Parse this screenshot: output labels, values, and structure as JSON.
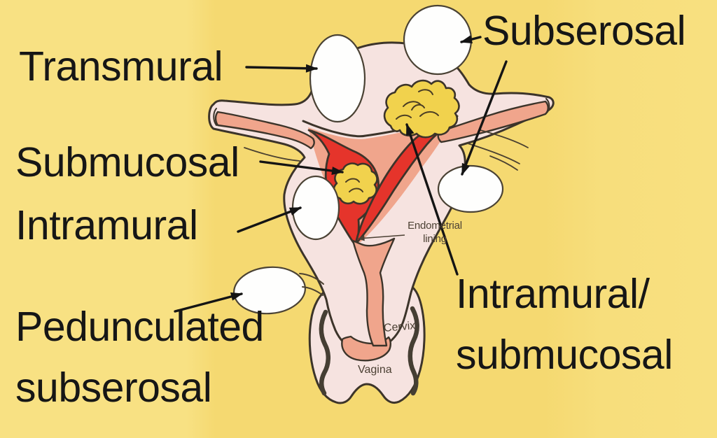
{
  "labels": {
    "transmural": "Transmural",
    "subserosal": "Subserosal",
    "submucosal": "Submucosal",
    "intramural": "Intramural",
    "pedunculated_subserosal": {
      "line1": "Pedunculated",
      "line2": "subserosal"
    },
    "intramural_submucosal": {
      "line1": "Intramural/",
      "line2": "submucosal"
    }
  },
  "anatomy": {
    "endometrial_lining": {
      "line1": "Endometrial",
      "line2": "lining"
    },
    "cervix": "Cervix",
    "vagina": "Vagina"
  },
  "arrows": [
    {
      "label": "Transmural",
      "points_to": "white-oval-spanning-uterine-wall-top-left"
    },
    {
      "label": "Subserosal",
      "points_to": "white-circle-on-fundus-top"
    },
    {
      "label": "Subserosal",
      "points_to": "white-oval-outside-right-wall"
    },
    {
      "label": "Submucosal",
      "points_to": "yellow-fibroid-in-cavity"
    },
    {
      "label": "Intramural",
      "points_to": "white-oval-in-left-wall"
    },
    {
      "label": "Pedunculated subserosal",
      "points_to": "white-oval-on-stalk-bottom-left"
    },
    {
      "label": "Intramural/submucosal",
      "points_to": "yellow-fibroid-in-fundal-wall"
    },
    {
      "label": "Endometrial lining",
      "points_to": "cavity-lining-junction"
    }
  ],
  "colors": {
    "background": "#F6DA74",
    "uterus_wall": "#F6E3E0",
    "cavity_salmon": "#F0A58C",
    "endometrium_red": "#E5342B",
    "fibroid_yellow": "#F1D24D",
    "fibroid_white": "#FEFEFD",
    "outline": "#3C342A",
    "label_text": "#161616",
    "anatomy_text": "#4C4134"
  }
}
